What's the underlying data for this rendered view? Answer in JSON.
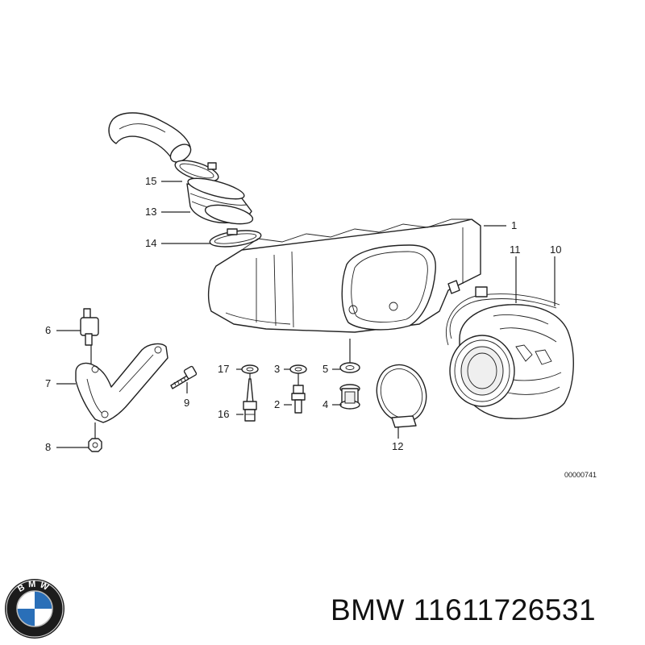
{
  "diagram": {
    "reference_code": "00000741",
    "parts": [
      {
        "no": "1"
      },
      {
        "no": "2"
      },
      {
        "no": "3"
      },
      {
        "no": "4"
      },
      {
        "no": "5"
      },
      {
        "no": "6"
      },
      {
        "no": "7"
      },
      {
        "no": "8"
      },
      {
        "no": "9"
      },
      {
        "no": "10"
      },
      {
        "no": "11"
      },
      {
        "no": "12"
      },
      {
        "no": "13"
      },
      {
        "no": "14"
      },
      {
        "no": "15"
      },
      {
        "no": "16"
      },
      {
        "no": "17"
      }
    ]
  },
  "product": {
    "brand": "BMW",
    "part_number": "11611726531",
    "logo_text": "BMW"
  }
}
